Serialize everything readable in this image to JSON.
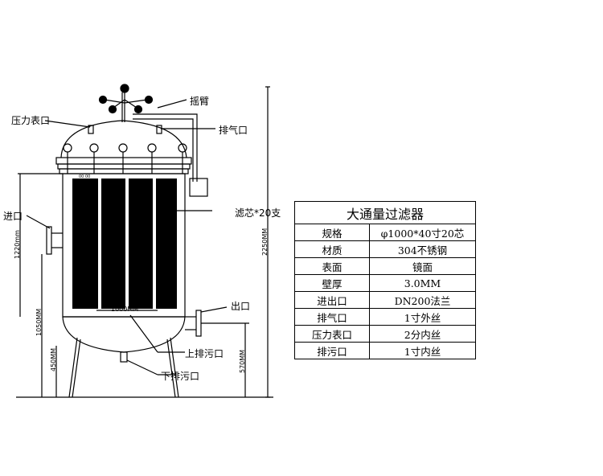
{
  "labels": {
    "rocker_arm": "摇臂",
    "pressure_gauge_port": "压力表口",
    "vent_port": "排气口",
    "filter_element": "滤芯*20支",
    "inlet": "进口",
    "outlet": "出口",
    "upper_drain": "上排污口",
    "lower_drain": "下排污口"
  },
  "dimensions": {
    "total_height": "2250MM",
    "body_height": "1220mm",
    "inlet_height": "1050MM",
    "leg_height": "450MM",
    "outlet_height": "570MM",
    "diameter": "1000MM",
    "flange_mark": "00 00"
  },
  "table": {
    "title": "大通量过滤器",
    "rows": [
      {
        "key": "规格",
        "value": "φ1000*40寸20芯"
      },
      {
        "key": "材质",
        "value": "304不锈钢"
      },
      {
        "key": "表面",
        "value": "镜面"
      },
      {
        "key": "壁厚",
        "value": "3.0MM"
      },
      {
        "key": "进出口",
        "value": "DN200法兰"
      },
      {
        "key": "排气口",
        "value": "1寸外丝"
      },
      {
        "key": "压力表口",
        "value": "2分内丝"
      },
      {
        "key": "排污口",
        "value": "1寸内丝"
      }
    ]
  }
}
